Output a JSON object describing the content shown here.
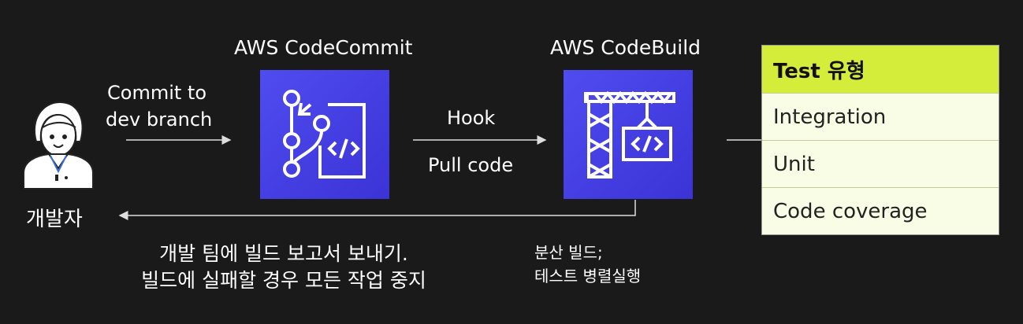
{
  "developer": {
    "label": "개발자"
  },
  "codecommit": {
    "title": "AWS CodeCommit"
  },
  "codebuild": {
    "title": "AWS CodeBuild"
  },
  "arrows": {
    "commit_line1": "Commit to",
    "commit_line2": "dev branch",
    "hook": "Hook",
    "pull": "Pull code"
  },
  "report": {
    "line1": "개발 팀에 빌드 보고서 보내기.",
    "line2": "빌드에 실패할 경우 모든 작업 중지"
  },
  "distributed": {
    "line1": "분산 빌드;",
    "line2": "테스트 병렬실행"
  },
  "test_table": {
    "header": "Test 유형",
    "rows": [
      "Integration",
      "Unit",
      "Code coverage"
    ]
  },
  "colors": {
    "background": "#1b1a1a",
    "service_box": "#4a44e6",
    "table_header": "#d4ec3a",
    "table_body": "#fafde6"
  }
}
